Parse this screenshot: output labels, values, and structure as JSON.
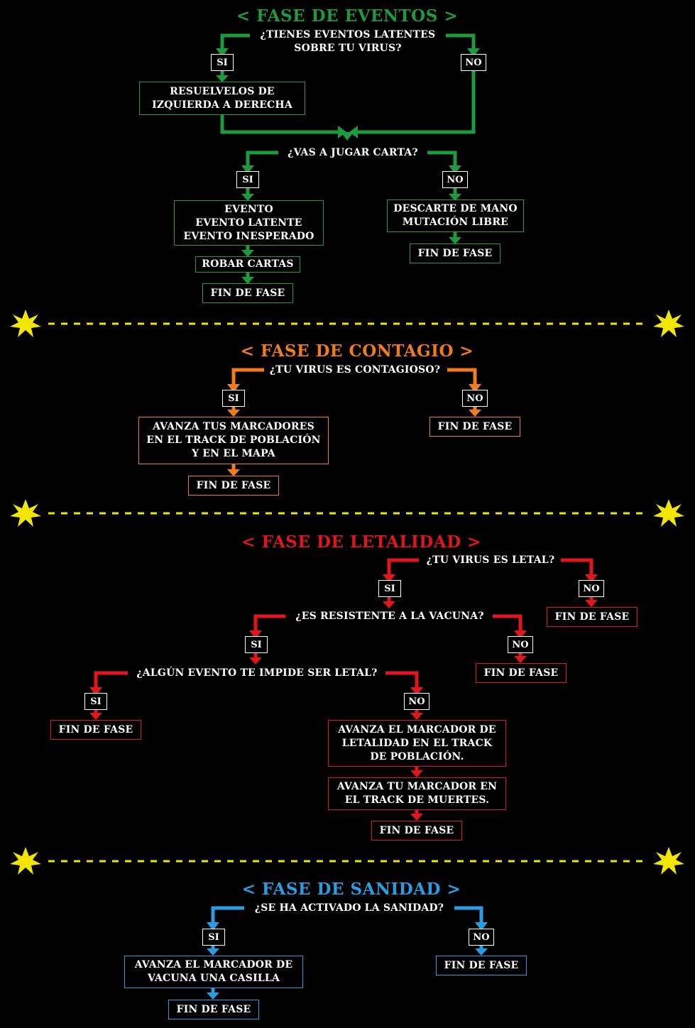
{
  "colors": {
    "background": "#000000",
    "text": "#ffffff",
    "eventos": "#1e9a3e",
    "contagio": "#f07c1c",
    "letalidad": "#e0161d",
    "sanidad": "#2a9de0",
    "separator": "#f2e600"
  },
  "icons": [
    "explosion-icon"
  ],
  "sections": {
    "eventos": {
      "title": "< FASE DE EVENTOS >",
      "q1": "¿TIENES EVENTOS LATENTES\nSOBRE TU VIRUS?",
      "si1": "SI",
      "no1": "NO",
      "resolve": "RESUELVELOS DE\nIZQUIERDA A DERECHA",
      "q2": "¿VAS A JUGAR CARTA?",
      "si2": "SI",
      "no2": "NO",
      "events": "EVENTO\nEVENTO LATENTE\nEVENTO INESPERADO",
      "draw": "ROBAR CARTAS",
      "end_left": "FIN DE FASE",
      "discard": "DESCARTE DE MANO\nMUTACIÓN LIBRE",
      "end_right": "FIN DE FASE"
    },
    "contagio": {
      "title": "< FASE DE CONTAGIO >",
      "q1": "¿TU VIRUS ES CONTAGIOSO?",
      "si": "SI",
      "no": "NO",
      "advance": "AVANZA TUS MARCADORES\nEN EL TRACK DE POBLACIÓN\nY EN EL MAPA",
      "end_left": "FIN DE FASE",
      "end_right": "FIN DE FASE"
    },
    "letalidad": {
      "title": "< FASE DE LETALIDAD >",
      "q1": "¿TU VIRUS ES LETAL?",
      "si1": "SI",
      "no1": "NO",
      "end1": "FIN DE FASE",
      "q2": "¿ES RESISTENTE A LA VACUNA?",
      "si2": "SI",
      "no2": "NO",
      "end2": "FIN DE FASE",
      "q3": "¿ALGÚN EVENTO TE IMPIDE SER LETAL?",
      "si3": "SI",
      "no3": "NO",
      "end3": "FIN DE FASE",
      "advance1": "AVANZA EL MARCADOR DE\nLETALIDAD EN EL TRACK\nDE POBLACIÓN.",
      "advance2": "AVANZA TU MARCADOR EN\nEL TRACK DE MUERTES.",
      "end4": "FIN DE FASE"
    },
    "sanidad": {
      "title": "< FASE DE SANIDAD >",
      "q1": "¿SE HA ACTIVADO LA SANIDAD?",
      "si": "SI",
      "no": "NO",
      "advance": "AVANZA EL MARCADOR DE\nVACUNA UNA CASILLA",
      "end_left": "FIN DE FASE",
      "end_right": "FIN DE FASE"
    }
  }
}
